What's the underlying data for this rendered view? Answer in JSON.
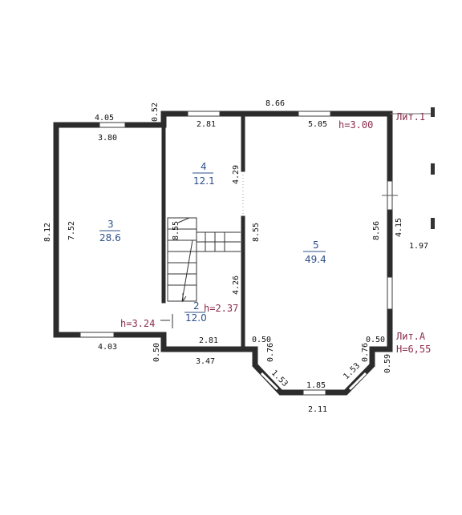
{
  "labels": {
    "lit1": "Лит.1",
    "litA": "Лит.А",
    "h_total": "H=6,55",
    "h_300": "h=3.00",
    "h_324": "h=3.24",
    "h_237": "h=2.37"
  },
  "rooms": [
    {
      "num": "3",
      "area": "28.6"
    },
    {
      "num": "4",
      "area": "12.1"
    },
    {
      "num": "2",
      "area": "12.0"
    },
    {
      "num": "5",
      "area": "49.4"
    }
  ],
  "dims": {
    "d405": "4.05",
    "d052": "0.52",
    "d866": "8.66",
    "d380": "3.80",
    "d281a": "2.81",
    "d505": "5.05",
    "d812": "8.12",
    "d752": "7.52",
    "d429": "4.29",
    "d855a": "8.55",
    "d855b": "8.55",
    "d856": "8.56",
    "d415": "4.15",
    "d197": "1.97",
    "d426": "4.26",
    "d403": "4.03",
    "d050a": "0.50",
    "d281b": "2.81",
    "d347": "3.47",
    "d050b": "0.50",
    "d050c": "0.50",
    "d076a": "0.76",
    "d076b": "0.76",
    "d153a": "1.53",
    "d153b": "1.53",
    "d185": "1.85",
    "d211": "2.11",
    "d059": "0.59"
  }
}
